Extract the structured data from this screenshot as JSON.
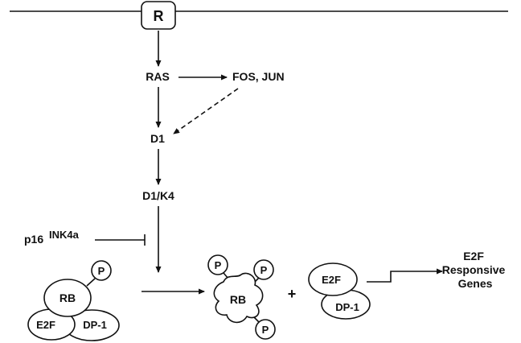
{
  "receptor": "R",
  "nodes": {
    "ras": "RAS",
    "fos_jun": "FOS, JUN",
    "d1": "D1",
    "d1k4": "D1/K4"
  },
  "inhibitor": {
    "name": "p16",
    "superscript": "INK4a"
  },
  "complex_left": {
    "rb": "RB",
    "phosphate": "P",
    "e2f": "E2F",
    "dp1": "DP-1"
  },
  "complex_middle": {
    "rb": "RB",
    "phosphates": [
      "P",
      "P",
      "P"
    ]
  },
  "plus_sign": "+",
  "complex_right": {
    "e2f": "E2F",
    "dp1": "DP-1"
  },
  "output_label": [
    "E2F",
    "Responsive",
    "Genes"
  ]
}
